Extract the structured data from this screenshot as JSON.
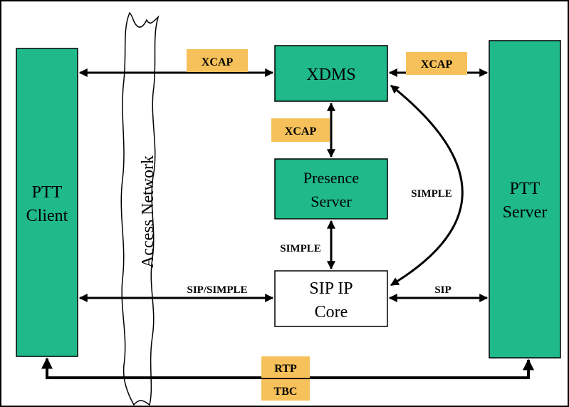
{
  "nodes": {
    "ptt_client": {
      "line1": "PTT",
      "line2": "Client"
    },
    "ptt_server": {
      "line1": "PTT",
      "line2": "Server"
    },
    "xdms": {
      "label": "XDMS"
    },
    "presence_server": {
      "line1": "Presence",
      "line2": "Server"
    },
    "sip_ip_core": {
      "line1": "SIP IP",
      "line2": "Core"
    },
    "access_network": {
      "label": "Access Network"
    }
  },
  "links": {
    "client_xdms": "XCAP",
    "xdms_server": "XCAP",
    "xdms_presence": "XCAP",
    "xdms_core": "SIMPLE",
    "presence_core": "SIMPLE",
    "client_core": "SIP/SIMPLE",
    "core_server": "SIP",
    "rtp": "RTP",
    "tbc": "TBC"
  },
  "colors": {
    "box_fill": "#1fb98a",
    "core_fill": "#ffffff",
    "label_fill": "#f6c15a",
    "line": "#000000"
  }
}
